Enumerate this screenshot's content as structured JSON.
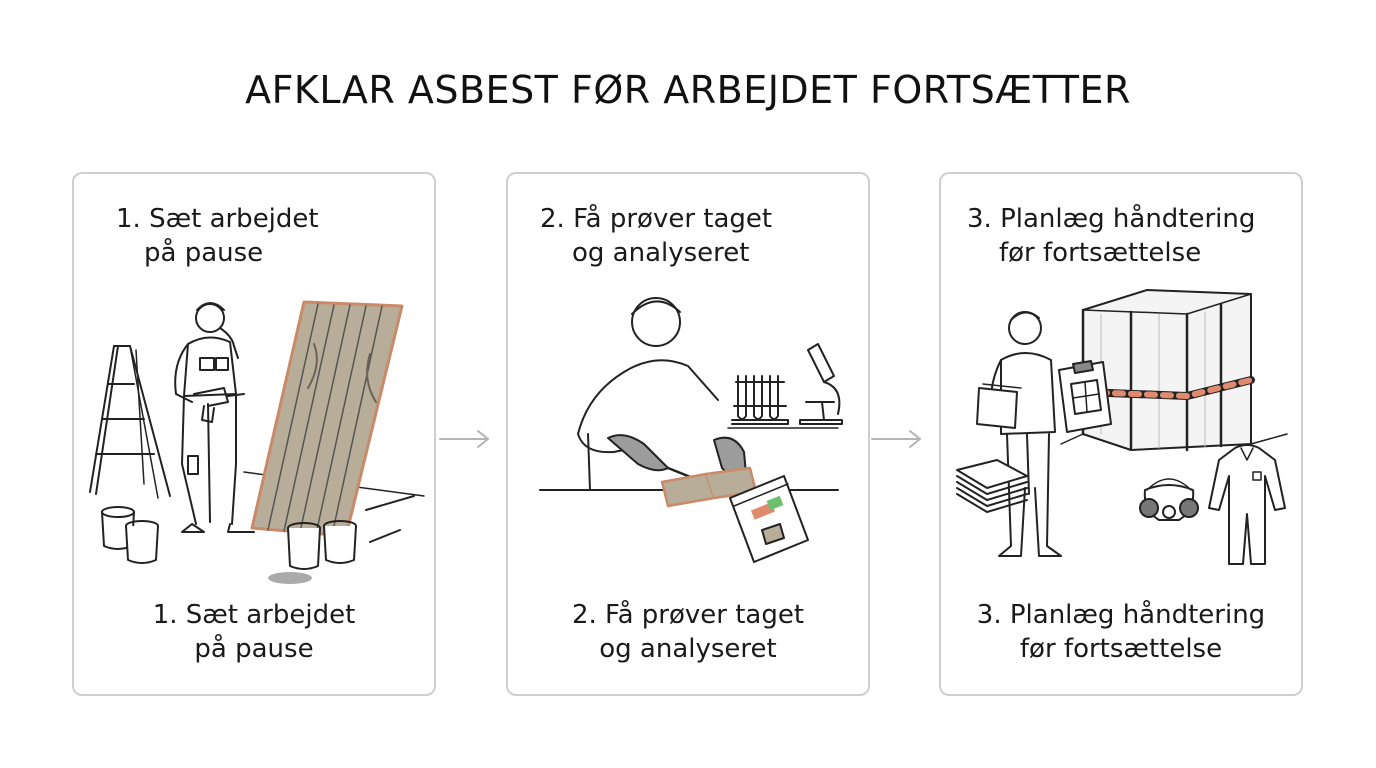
{
  "title": "AFKLAR ASBEST FØR ARBEJDET FORTSÆTTER",
  "steps": [
    {
      "heading_line1": "1. Sæt arbejdet",
      "heading_line2": "på pause",
      "caption_line1": "1. Sæt arbejdet",
      "caption_line2": "på pause"
    },
    {
      "heading_line1": "2. Få prøver taget",
      "heading_line2": "og analyseret",
      "caption_line1": "2. Få prøver taget",
      "caption_line2": "og analyseret"
    },
    {
      "heading_line1": "3. Planlæg håndtering",
      "heading_line2": "før fortsættelse",
      "caption_line1": "3. Planlæg håndtering",
      "caption_line2": "før fortsættelse"
    }
  ],
  "colors": {
    "card_border": "#cfcfcf",
    "line_art": "#222222",
    "asbestos_sheet": "#b8ad98",
    "sheet_outline": "#c98a6a",
    "hazard_stripe": "#e08b6f",
    "arrow": "#b5b5b5"
  },
  "icons": [
    "ladder-icon",
    "worker-with-drill-icon",
    "corrugated-sheet-icon",
    "paint-buckets-icon",
    "technician-cutting-sample-icon",
    "test-tubes-icon",
    "microscope-icon",
    "sample-bag-icon",
    "worker-with-clipboard-icon",
    "containment-tent-icon",
    "document-stack-icon",
    "respirator-mask-icon",
    "protective-suit-icon",
    "arrow-right-icon"
  ]
}
